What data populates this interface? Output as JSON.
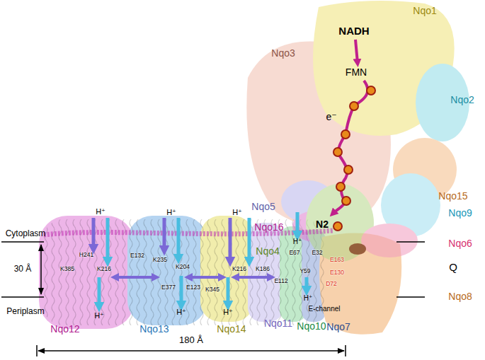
{
  "diagram": {
    "labels": [
      "NADH",
      "FMN",
      "e⁻",
      "Nqo1",
      "Nqo2",
      "Nqo3",
      "Nqo15",
      "Nqo5",
      "Nqo16",
      "Nqo9",
      "Nqo4",
      "N2",
      "Nqo6",
      "H⁺",
      "Q",
      "Nqo8",
      "Cytoplasm",
      "30 Å",
      "Periplasm",
      "H⁺",
      "H⁺",
      "H⁺",
      "H241",
      "K385",
      "K216",
      "E132",
      "K235",
      "K204",
      "E377",
      "E123",
      "K345",
      "K216",
      "K186",
      "E112",
      "E67",
      "E32",
      "Y59",
      "E163",
      "E130",
      "D72",
      "H⁺",
      "H⁺",
      "H⁺",
      "H⁺",
      "E-channel",
      "Nqo12",
      "Nqo13",
      "Nqo14",
      "Nqo11",
      "Nqo10",
      "Nqo7",
      "180 Å"
    ]
  }
}
